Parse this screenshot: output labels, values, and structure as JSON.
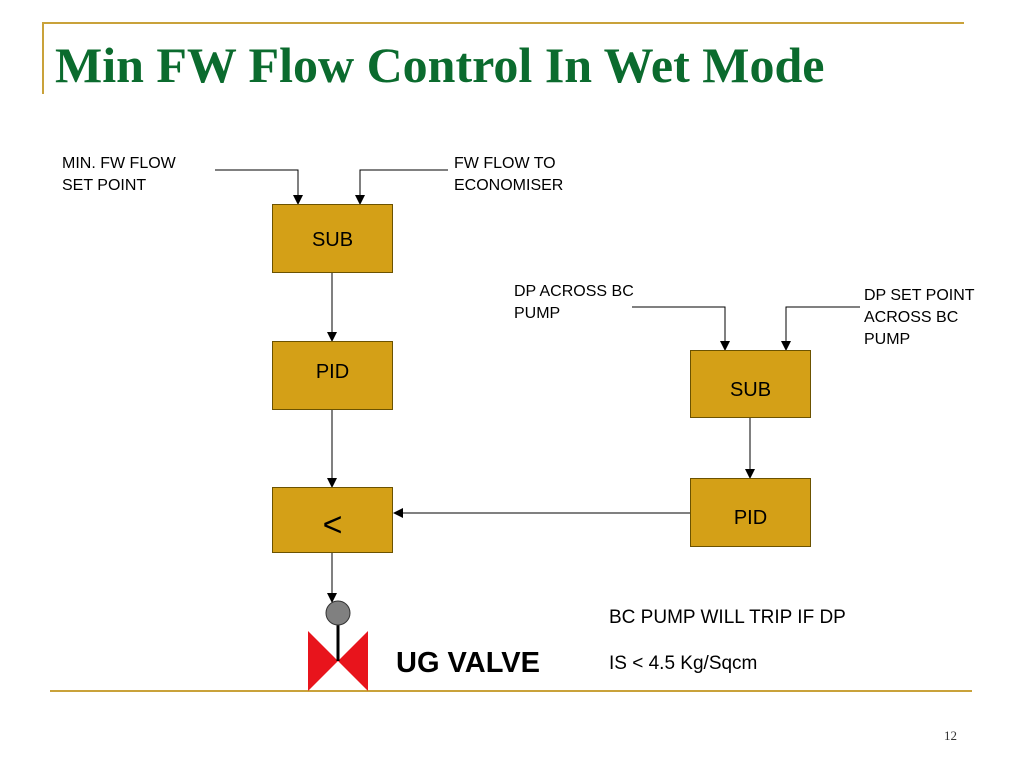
{
  "title": "Min FW Flow Control In Wet Mode",
  "inputs": {
    "min_fw_flow_sp": [
      "MIN. FW FLOW",
      "SET POINT"
    ],
    "fw_flow_eco": [
      "FW FLOW TO",
      "ECONOMISER"
    ],
    "dp_across": [
      "DP ACROSS BC",
      "PUMP"
    ],
    "dp_setpoint": [
      "DP SET POINT",
      "ACROSS BC",
      "PUMP"
    ]
  },
  "blocks": {
    "sub1": "SUB",
    "pid1": "PID",
    "min_select": "<",
    "sub2": "SUB",
    "pid2": "PID"
  },
  "valve": {
    "label": "UG VALVE",
    "color": "#e8141c",
    "actuator_color": "#808080"
  },
  "note": [
    "BC PUMP WILL TRIP IF DP",
    "IS < 4.5 Kg/Sqcm"
  ],
  "page_number": "12",
  "colors": {
    "title": "#0b6b2e",
    "block_fill": "#d4a017",
    "rule": "#c9a23a"
  }
}
